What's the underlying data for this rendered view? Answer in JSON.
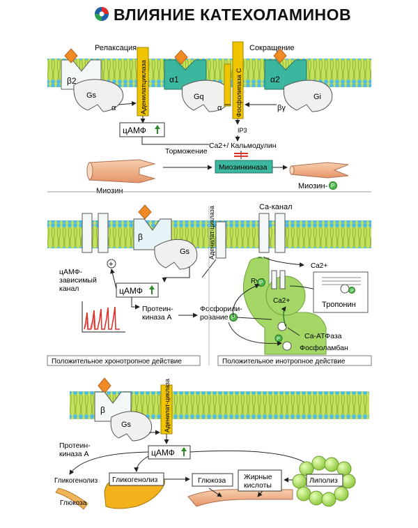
{
  "header": {
    "title": "ВЛИЯНИЕ КАТЕХОЛАМИНОВ"
  },
  "colors": {
    "membrane": "#c5e25a",
    "head": "#4fbbe6",
    "yellow_box": "#f1c400",
    "teal": "#3bb7a0",
    "orange": "#f08a24",
    "green_cell": "#a4d766",
    "green_p": "#4cb848",
    "red": "#e0302a",
    "muscle": "#f2b48a",
    "liver": "#f3b21b",
    "fat": "#a9e04a"
  },
  "panel1": {
    "relax_label": "Релаксация",
    "contract_label": "Сокращение",
    "beta2": "β2",
    "gs": "Gs",
    "alpha_left": "α",
    "adenylate_cyclase": "Аденилатциклаза",
    "alpha1": "α1",
    "gq": "Gq",
    "alpha_mid": "α",
    "phospholipase": "Фосфолипаза С",
    "alpha2": "α2",
    "gi": "Gi",
    "beta_gamma": "βγ",
    "ip3": "IP3",
    "camp": "цАМФ",
    "inhibition": "Торможение",
    "ca_calmodulin": "Ca2+/ Кальмодулин",
    "myosin_kinase": "Миозинкиназа",
    "myosin": "Миозин",
    "myosin_p": "Миозин-",
    "p": "P"
  },
  "panel2": {
    "beta": "β",
    "gs": "Gs",
    "adenylate_cyclase": "Аденилат-циклаза",
    "ca_channel": "Ca-канал",
    "camp_channel": [
      "цАМФ-",
      "зависимый",
      "канал"
    ],
    "plus": "+",
    "camp": "цАМФ",
    "protein_kinase": [
      "Протеин-",
      "киназа А"
    ],
    "phosphorylation": [
      "Фосфорили-",
      "рование"
    ],
    "ryr": "RyR",
    "ca2_inner": "Ca2+",
    "ca2_outer": "Ca2+",
    "troponin": "Тропонин",
    "ca_atpase": "Ca-АТФаза",
    "phospholamban": "Фосфоламбан",
    "p": "P",
    "caption_left": "Положительное хронотропное действие",
    "caption_right": "Положительное инотропное действие"
  },
  "panel3": {
    "beta": "β",
    "gs": "Gs",
    "adenylate_cyclase": "Аденилат-циклаза",
    "protein_kinase": [
      "Протеин-",
      "киназа А"
    ],
    "camp": "цАМФ",
    "glycogenolysis_muscle": "Гликогенолиз",
    "glucose_muscle": "Глюкоза",
    "glycogenolysis_liver": "Гликогенолиз",
    "glucose": "Глюкоза",
    "fatty_acids": [
      "Жирные",
      "кислоты"
    ],
    "lipolysis": "Липолиз"
  }
}
